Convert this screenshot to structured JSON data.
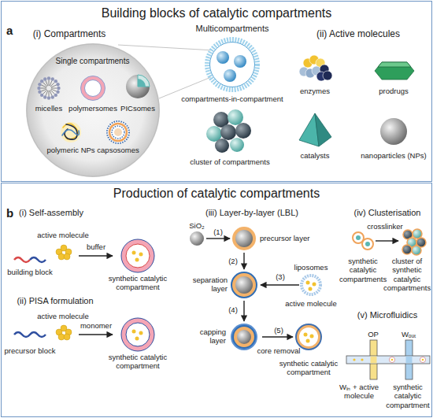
{
  "diagram": {
    "nodes": [
      {
        "text": [
          "Building blocks of catalytic compartments"
        ]
      },
      {
        "text": [
          "Single compartments"
        ],
        "in": 0
      },
      {
        "text": [
          "Production of catalytic compartments"
        ]
      }
    ],
    "labels": [
      "a",
      "(i) Compartments",
      "micelles",
      "polymersomes",
      "PICsomes",
      "polymeric NPs",
      "capsosomes",
      "Multicompartments",
      "compartments-in-compartment",
      "cluster of compartments",
      "(ii) Active molecules",
      "enzymes",
      "prodrugs",
      "catalysts",
      "nanoparticles (NPs)",
      "b",
      "(i) Self-assembly",
      "active molecule",
      "buffer",
      "building block",
      "synthetic catalytic compartment",
      "(ii) PISA formulation",
      "active molecule",
      "monomer",
      "precursor block",
      "synthetic catalytic compartment",
      "(iii) Layer-by-layer (LBL)",
      "SiO₂",
      "(1)",
      "precursor layer",
      "(2)",
      "liposomes",
      "active molecule",
      "separation layer",
      "(3)",
      "(4)",
      "capping layer",
      "core removal",
      "(5)",
      "synthetic catalytic compartment",
      "(iv) Clusterisation",
      "synthetic catalytic compartments",
      "crosslinker",
      "cluster of synthetic catalytic compartments",
      "(v) Microfluidics",
      "OP",
      "Wₒᵤₜ",
      "Wᵢₙ + active molecule",
      "synthetic catalytic compartment"
    ]
  }
}
